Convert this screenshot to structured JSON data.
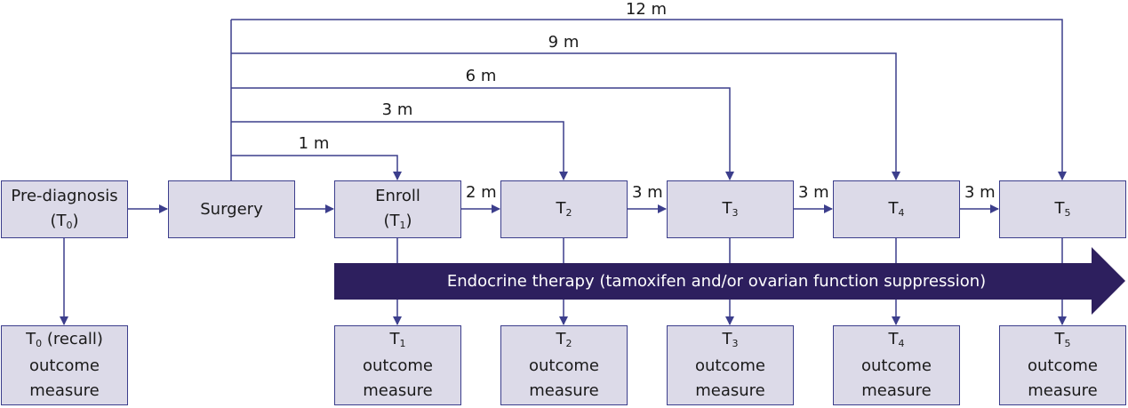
{
  "top_row": [
    {
      "id": "pre-diagnosis",
      "line1": "Pre-diagnosis",
      "line2_prefix": "(T",
      "line2_sub": "0",
      "line2_suffix": ")"
    },
    {
      "id": "surgery",
      "line1": "Surgery"
    },
    {
      "id": "enroll",
      "line1": "Enroll",
      "line2_prefix": "(T",
      "line2_sub": "1",
      "line2_suffix": ")"
    },
    {
      "id": "t2",
      "main": "T",
      "sub": "2"
    },
    {
      "id": "t3",
      "main": "T",
      "sub": "3"
    },
    {
      "id": "t4",
      "main": "T",
      "sub": "4"
    },
    {
      "id": "t5",
      "main": "T",
      "sub": "5"
    }
  ],
  "interval_labels": [
    "2 m",
    "3 m",
    "3 m",
    "3 m"
  ],
  "surgery_labels": [
    "1 m",
    "3 m",
    "6 m",
    "9 m",
    "12 m"
  ],
  "banner": {
    "text": "Endocrine therapy (tamoxifen and/or ovarian function suppression)",
    "color": "#2d1f5e"
  },
  "outcomes": [
    {
      "main": "T",
      "sub": "0",
      "suffix": " (recall)",
      "line2": "outcome",
      "line3": "measure"
    },
    {
      "main": "T",
      "sub": "1",
      "suffix": "",
      "line2": "outcome",
      "line3": "measure"
    },
    {
      "main": "T",
      "sub": "2",
      "suffix": "",
      "line2": "outcome",
      "line3": "measure"
    },
    {
      "main": "T",
      "sub": "3",
      "suffix": "",
      "line2": "outcome",
      "line3": "measure"
    },
    {
      "main": "T",
      "sub": "4",
      "suffix": "",
      "line2": "outcome",
      "line3": "measure"
    },
    {
      "main": "T",
      "sub": "5",
      "suffix": "",
      "line2": "outcome",
      "line3": "measure"
    }
  ],
  "colors": {
    "box_fill": "#dcdae8",
    "line": "#3c3e8c",
    "banner": "#2d1f5e"
  }
}
